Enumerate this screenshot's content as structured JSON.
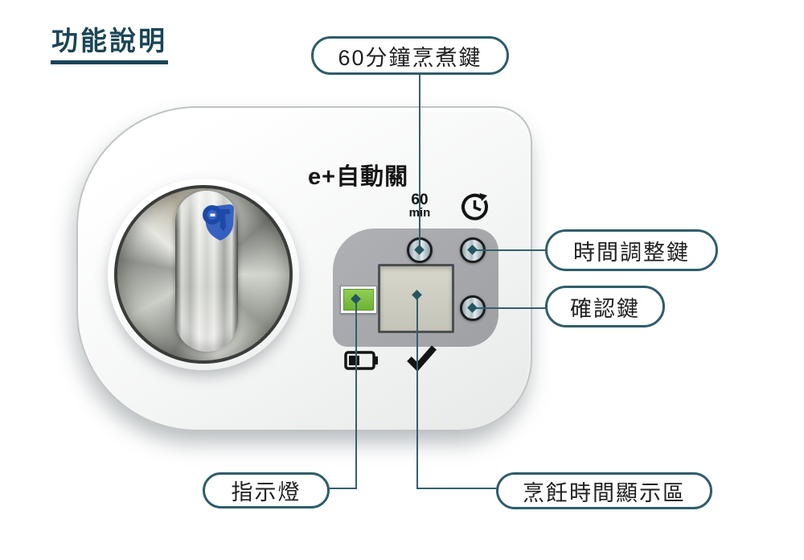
{
  "title": "功能說明",
  "device": {
    "brand_text": "e+自動關",
    "timer_value": "60",
    "timer_unit": "min"
  },
  "callouts": {
    "cook_60min_button": "60分鐘烹煮鍵",
    "time_adjust_button": "時間調整鍵",
    "confirm_button": "確認鍵",
    "indicator_light": "指示燈",
    "cook_time_display_area": "烹飪時間顯示區"
  },
  "icons": {
    "timer_clock": "timer-clock-icon",
    "battery": "battery-icon",
    "check": "check-icon",
    "brand_logo": "shield-key-logo-icon"
  },
  "colors": {
    "callout_accent": "#31616e",
    "title_color": "#1a4557",
    "indicator_green": "#7cc142",
    "panel_gray": "#a7a8ac",
    "logo_blue": "#2857be"
  }
}
